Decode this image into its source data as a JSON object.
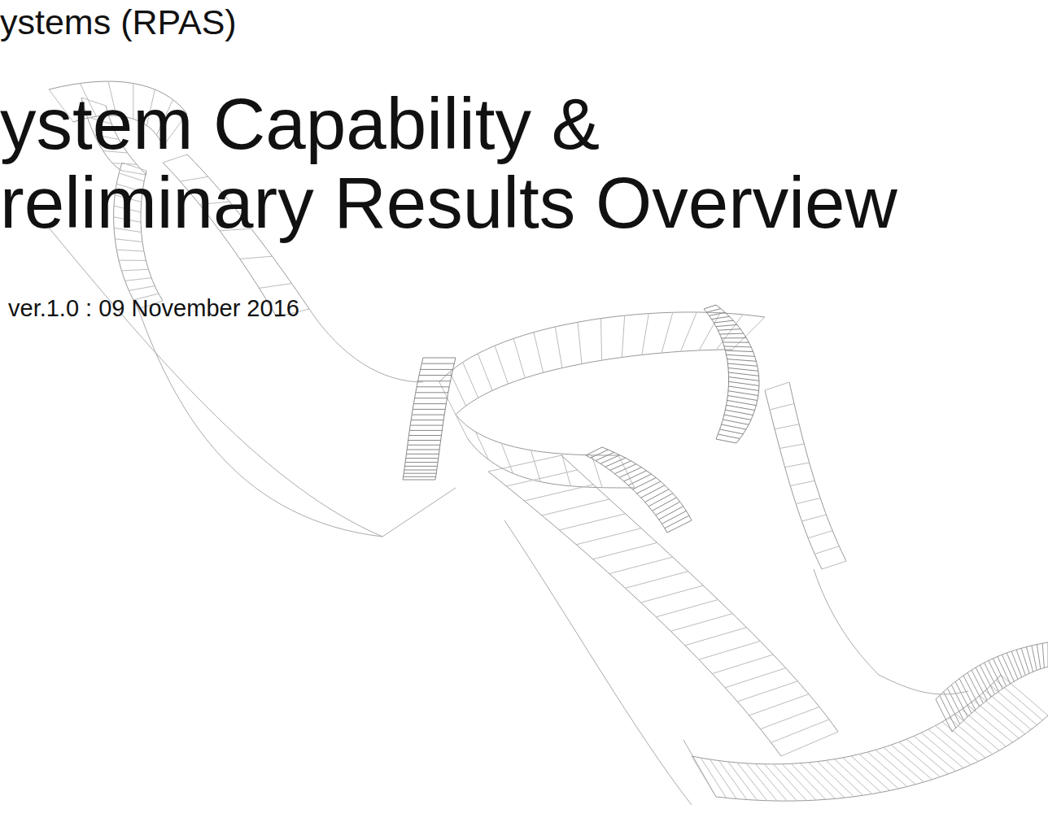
{
  "diagram": {
    "title": "ystem Capability & reliminary Results Overview",
    "labels": [
      "ystems (RPAS)",
      "ver.1.0 : 09 November 2016"
    ]
  }
}
